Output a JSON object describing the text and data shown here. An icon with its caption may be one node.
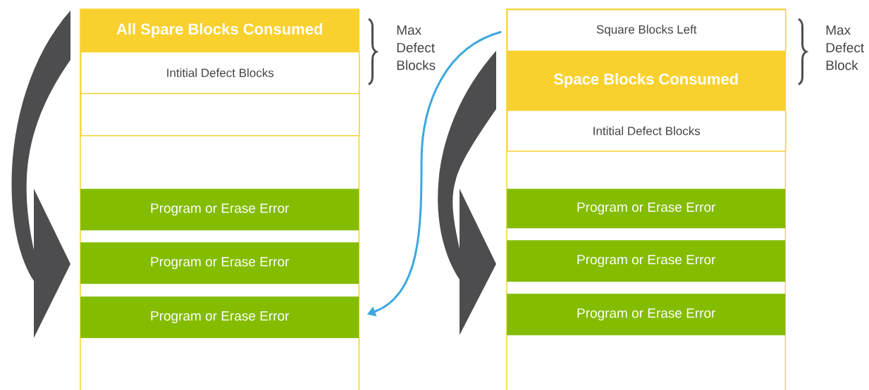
{
  "diagram": {
    "nodes": [
      {
        "text": [],
        "shape": "box"
      },
      {
        "text": [
          "All Spare Blocks Consumed"
        ],
        "in": 0
      },
      {
        "text": [
          "Intitial Defect Blocks"
        ],
        "in": 0
      },
      {
        "text": [],
        "shape": "box",
        "in": 0
      },
      {
        "text": [
          "Program or Erase Error"
        ],
        "in": 0
      },
      {
        "text": [
          "Program or Erase Error"
        ],
        "in": 0
      },
      {
        "text": [
          "Program or Erase Error"
        ],
        "in": 0
      },
      {
        "text": [],
        "shape": "box"
      },
      {
        "text": [
          "Square Blocks Left"
        ],
        "in": 7
      },
      {
        "text": [
          "Space Blocks Consumed"
        ],
        "in": 7
      },
      {
        "text": [
          "Intitial Defect Blocks"
        ],
        "in": 7
      },
      {
        "text": [
          "Program or Erase Error"
        ],
        "in": 7
      },
      {
        "text": [
          "Program or Erase Error"
        ],
        "in": 7
      },
      {
        "text": [
          "Program or Erase Error"
        ],
        "in": 7
      }
    ],
    "edges": [
      {
        "from": 8,
        "to": 6,
        "arrow": "to",
        "color": "#3ea8de"
      }
    ],
    "labels": [
      "Max Defect Blocks",
      "Max Defect Block"
    ]
  }
}
